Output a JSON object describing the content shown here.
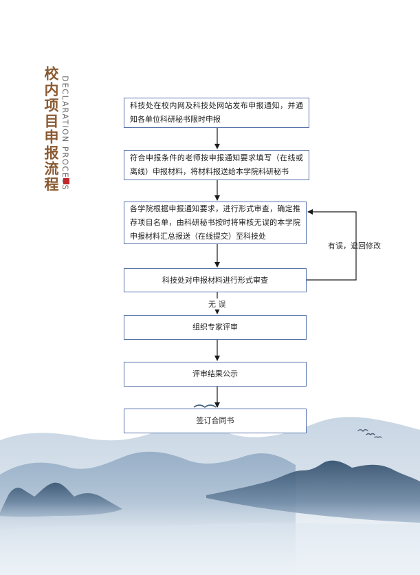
{
  "heading": {
    "title_cn": "校内项目申报流程",
    "title_en": "DECLARATION PROCESS"
  },
  "steps": [
    "科技处在校内网及科技处网站发布申报通知，并通知各单位科研秘书限时申报",
    "符合申报条件的老师按申报通知要求填写（在线或离线）申报材料，将材料报送给本学院科研秘书",
    "各学院根据申报通知要求，进行形式审查，确定推荐项目名单，由科研秘书按时将审核无误的本学院申报材料汇总报送（在线提交）至科技处",
    "科技处对申报材料进行形式审查",
    "组织专家评审",
    "评审结果公示",
    "签订合同书"
  ],
  "labels": {
    "error_return": "有误，退回修改",
    "no_error": "无 误"
  },
  "colors": {
    "box_border": "#5470a8",
    "arrow": "#1a1a1a",
    "title": "#8a5a32",
    "accent_mark": "#c0282e",
    "mountain_dark": "#3f5f80",
    "mountain_light": "#a9bfd3"
  }
}
